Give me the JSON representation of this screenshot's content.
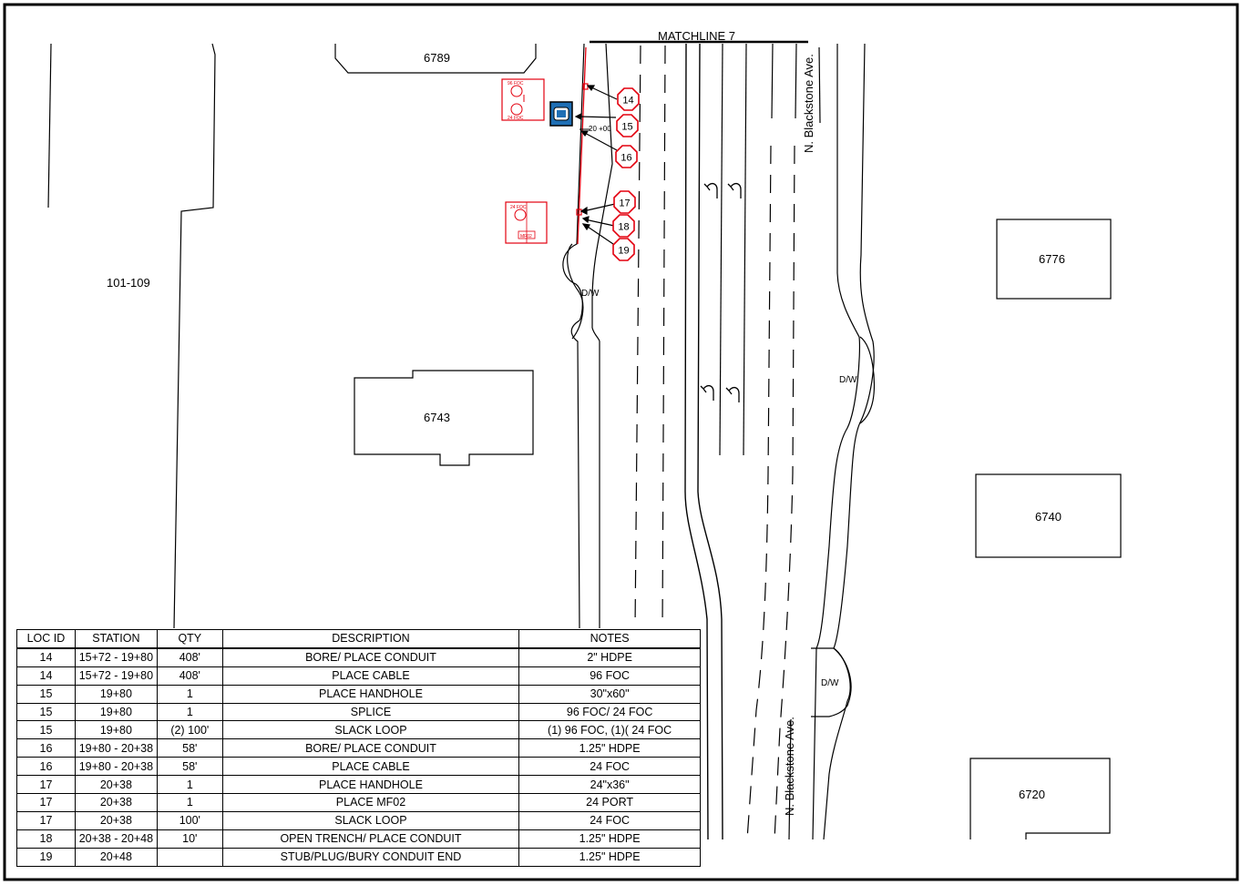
{
  "matchline": "MATCHLINE 7",
  "streets": {
    "north": "N. Blackstone Ave.",
    "south": "N. Blackstone Ave."
  },
  "parcels": {
    "p6789": "6789",
    "p101": "101-109",
    "p6743": "6743",
    "p6776": "6776",
    "p6740": "6740",
    "p6720": "6720"
  },
  "driveways": {
    "dw1": "D/W",
    "dw2": "D/W",
    "dw3": "D/W"
  },
  "station_label": "20 +00",
  "callouts": [
    "14",
    "15",
    "16",
    "17",
    "18",
    "19"
  ],
  "splice_detail": {
    "top": "96 FOC",
    "bottom": "24 FOC"
  },
  "handhole_detail": {
    "top": "24 FOC",
    "bottom": "MF02"
  },
  "colors": {
    "markup_red": "#e3000f",
    "cabinet_blue": "#1f6fb5",
    "line": "#000000"
  },
  "table": {
    "headers": {
      "loc": "LOC ID",
      "station": "STATION",
      "qty": "QTY",
      "desc": "DESCRIPTION",
      "notes": "NOTES"
    },
    "rows": [
      {
        "loc": "14",
        "station": "15+72 - 19+80",
        "qty": "408'",
        "desc": "BORE/ PLACE CONDUIT",
        "notes": "2\" HDPE"
      },
      {
        "loc": "14",
        "station": "15+72 - 19+80",
        "qty": "408'",
        "desc": "PLACE CABLE",
        "notes": "96 FOC"
      },
      {
        "loc": "15",
        "station": "19+80",
        "qty": "1",
        "desc": "PLACE HANDHOLE",
        "notes": "30\"x60\""
      },
      {
        "loc": "15",
        "station": "19+80",
        "qty": "1",
        "desc": "SPLICE",
        "notes": "96 FOC/ 24 FOC"
      },
      {
        "loc": "15",
        "station": "19+80",
        "qty": "(2) 100'",
        "desc": "SLACK LOOP",
        "notes": "(1) 96 FOC, (1)( 24 FOC"
      },
      {
        "loc": "16",
        "station": "19+80 - 20+38",
        "qty": "58'",
        "desc": "BORE/ PLACE CONDUIT",
        "notes": "1.25\" HDPE"
      },
      {
        "loc": "16",
        "station": "19+80 - 20+38",
        "qty": "58'",
        "desc": "PLACE CABLE",
        "notes": "24 FOC"
      },
      {
        "loc": "17",
        "station": "20+38",
        "qty": "1",
        "desc": "PLACE HANDHOLE",
        "notes": "24\"x36\""
      },
      {
        "loc": "17",
        "station": "20+38",
        "qty": "1",
        "desc": "PLACE MF02",
        "notes": "24 PORT"
      },
      {
        "loc": "17",
        "station": "20+38",
        "qty": "100'",
        "desc": "SLACK LOOP",
        "notes": "24 FOC"
      },
      {
        "loc": "18",
        "station": "20+38 - 20+48",
        "qty": "10'",
        "desc": "OPEN TRENCH/ PLACE CONDUIT",
        "notes": "1.25\" HDPE"
      },
      {
        "loc": "19",
        "station": "20+48",
        "qty": "",
        "desc": "STUB/PLUG/BURY CONDUIT END",
        "notes": "1.25\" HDPE"
      }
    ]
  }
}
